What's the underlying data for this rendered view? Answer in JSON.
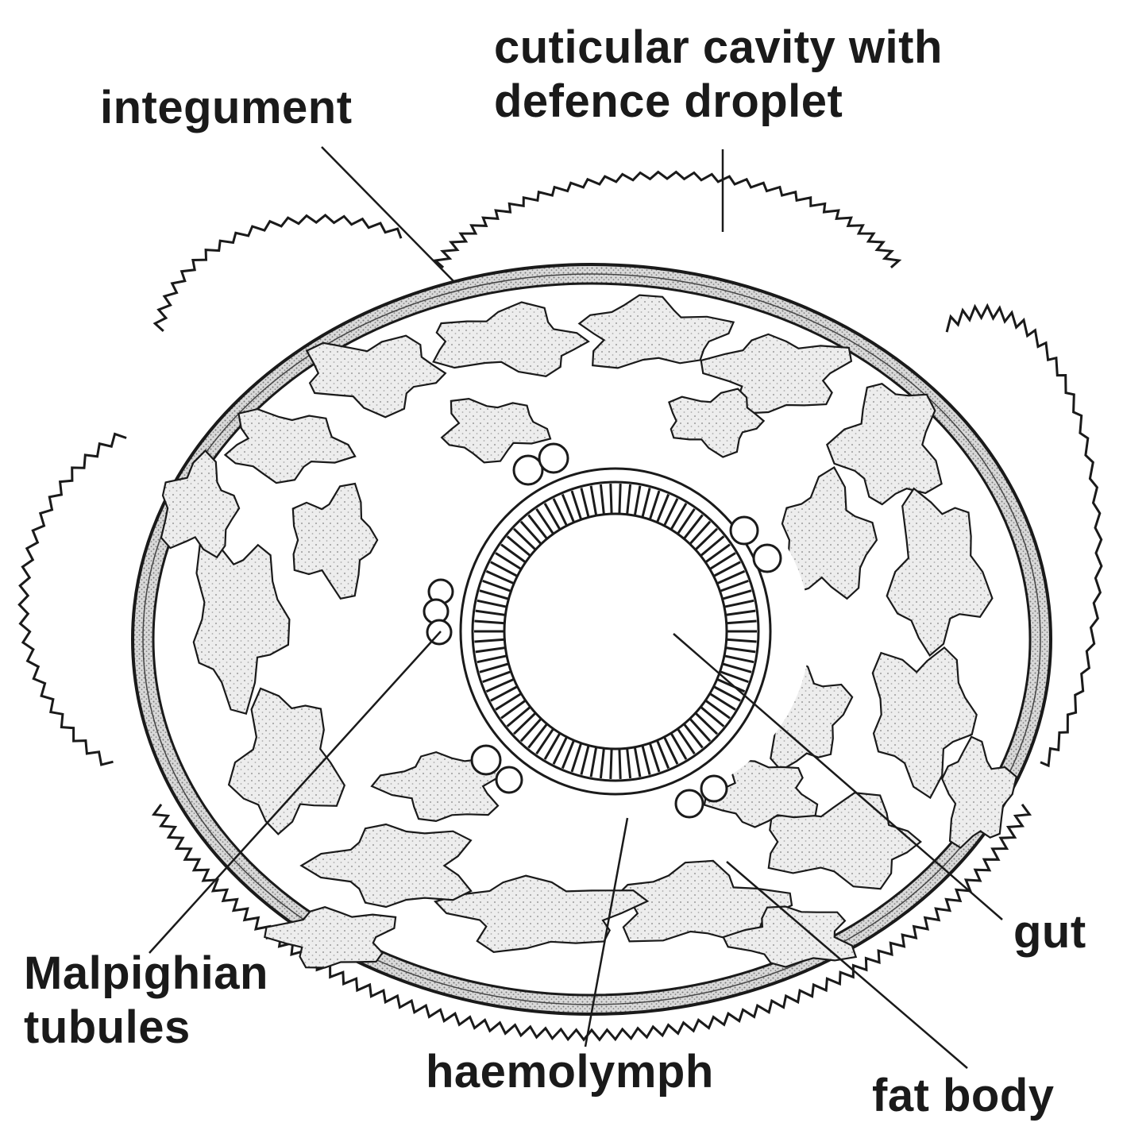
{
  "labels": {
    "cuticular_line1": "cuticular cavity with",
    "cuticular_line2": "defence droplet",
    "integument": "integument",
    "malpighian_line1": "Malpighian",
    "malpighian_line2": "tubules",
    "haemolymph": "haemolymph",
    "gut": "gut",
    "fat_body": "fat body"
  },
  "colors": {
    "ink": "#1a1a1a",
    "stipple": "#cfcfcf",
    "background": "#ffffff"
  }
}
